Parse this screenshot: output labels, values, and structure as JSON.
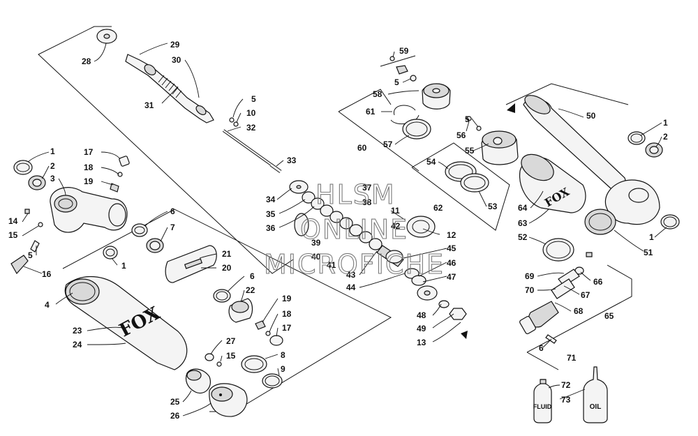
{
  "watermark": {
    "line1": "HLSM",
    "line2": "ONLINE",
    "line3": "MICROFICHE"
  },
  "brand": {
    "logo_text": "FOX"
  },
  "bottles": {
    "fluid_label": "FLUID",
    "oil_label": "OIL"
  },
  "callouts": [
    {
      "id": "c28",
      "text": "28"
    },
    {
      "id": "c29",
      "text": "29"
    },
    {
      "id": "c30",
      "text": "30"
    },
    {
      "id": "c31",
      "text": "31"
    },
    {
      "id": "c5a",
      "text": "5"
    },
    {
      "id": "c10",
      "text": "10"
    },
    {
      "id": "c32",
      "text": "32"
    },
    {
      "id": "c33",
      "text": "33"
    },
    {
      "id": "c34",
      "text": "34"
    },
    {
      "id": "c35",
      "text": "35"
    },
    {
      "id": "c36",
      "text": "36"
    },
    {
      "id": "c37",
      "text": "37"
    },
    {
      "id": "c38",
      "text": "38"
    },
    {
      "id": "c11",
      "text": "11"
    },
    {
      "id": "c42",
      "text": "42"
    },
    {
      "id": "c12",
      "text": "12"
    },
    {
      "id": "c39",
      "text": "39"
    },
    {
      "id": "c40",
      "text": "40"
    },
    {
      "id": "c41",
      "text": "41"
    },
    {
      "id": "c45",
      "text": "45"
    },
    {
      "id": "c46",
      "text": "46"
    },
    {
      "id": "c43",
      "text": "43"
    },
    {
      "id": "c44",
      "text": "44"
    },
    {
      "id": "c47",
      "text": "47"
    },
    {
      "id": "c48",
      "text": "48"
    },
    {
      "id": "c49",
      "text": "49"
    },
    {
      "id": "c13",
      "text": "13"
    },
    {
      "id": "c1a",
      "text": "1"
    },
    {
      "id": "c2a",
      "text": "2"
    },
    {
      "id": "c3",
      "text": "3"
    },
    {
      "id": "c17a",
      "text": "17"
    },
    {
      "id": "c18a",
      "text": "18"
    },
    {
      "id": "c19a",
      "text": "19"
    },
    {
      "id": "c14",
      "text": "14"
    },
    {
      "id": "c15a",
      "text": "15"
    },
    {
      "id": "c5b",
      "text": "5"
    },
    {
      "id": "c16",
      "text": "16"
    },
    {
      "id": "c6a",
      "text": "6"
    },
    {
      "id": "c7",
      "text": "7"
    },
    {
      "id": "c1b",
      "text": "1"
    },
    {
      "id": "c21",
      "text": "21"
    },
    {
      "id": "c20",
      "text": "20"
    },
    {
      "id": "c4",
      "text": "4"
    },
    {
      "id": "c6b",
      "text": "6"
    },
    {
      "id": "c22",
      "text": "22"
    },
    {
      "id": "c19b",
      "text": "19"
    },
    {
      "id": "c18b",
      "text": "18"
    },
    {
      "id": "c17b",
      "text": "17"
    },
    {
      "id": "c23",
      "text": "23"
    },
    {
      "id": "c24",
      "text": "24"
    },
    {
      "id": "c27",
      "text": "27"
    },
    {
      "id": "c15b",
      "text": "15"
    },
    {
      "id": "c8",
      "text": "8"
    },
    {
      "id": "c9",
      "text": "9"
    },
    {
      "id": "c25",
      "text": "25"
    },
    {
      "id": "c26",
      "text": "26"
    },
    {
      "id": "c59",
      "text": "59"
    },
    {
      "id": "c5c",
      "text": "5"
    },
    {
      "id": "c58",
      "text": "58"
    },
    {
      "id": "c61",
      "text": "61"
    },
    {
      "id": "c56",
      "text": "56"
    },
    {
      "id": "c5d",
      "text": "5"
    },
    {
      "id": "c57",
      "text": "57"
    },
    {
      "id": "c60",
      "text": "60"
    },
    {
      "id": "c55",
      "text": "55"
    },
    {
      "id": "c54",
      "text": "54"
    },
    {
      "id": "c53",
      "text": "53"
    },
    {
      "id": "c62",
      "text": "62"
    },
    {
      "id": "c50",
      "text": "50"
    },
    {
      "id": "c1c",
      "text": "1"
    },
    {
      "id": "c2c",
      "text": "2"
    },
    {
      "id": "c64",
      "text": "64"
    },
    {
      "id": "c63",
      "text": "63"
    },
    {
      "id": "c52",
      "text": "52"
    },
    {
      "id": "c1d",
      "text": "1"
    },
    {
      "id": "c51",
      "text": "51"
    },
    {
      "id": "c69",
      "text": "69"
    },
    {
      "id": "c66",
      "text": "66"
    },
    {
      "id": "c70",
      "text": "70"
    },
    {
      "id": "c67",
      "text": "67"
    },
    {
      "id": "c68",
      "text": "68"
    },
    {
      "id": "c65",
      "text": "65"
    },
    {
      "id": "c6c",
      "text": "6"
    },
    {
      "id": "c71",
      "text": "71"
    },
    {
      "id": "c72",
      "text": "72"
    },
    {
      "id": "c73",
      "text": "73"
    }
  ]
}
